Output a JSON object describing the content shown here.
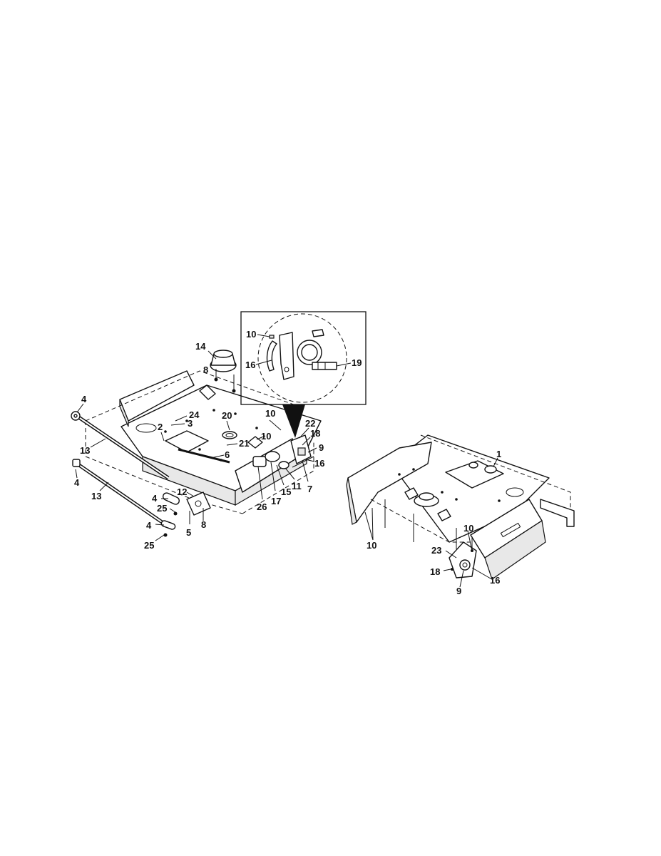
{
  "callouts": {
    "c1": "1",
    "c2": "2",
    "c3": "3",
    "c4a": "4",
    "c4b": "4",
    "c4c": "4",
    "c4d": "4",
    "c5": "5",
    "c6": "6",
    "c7": "7",
    "c8a": "8",
    "c8b": "8",
    "c9a": "9",
    "c9b": "9",
    "c10a": "10",
    "c10b": "10",
    "c10c": "10",
    "c10d": "10",
    "c10e": "10",
    "c11": "11",
    "c12": "12",
    "c13a": "13",
    "c13b": "13",
    "c14": "14",
    "c15": "15",
    "c16a": "16",
    "c16b": "16",
    "c16c": "16",
    "c17": "17",
    "c18a": "18",
    "c18b": "18",
    "c19": "19",
    "c20": "20",
    "c21": "21",
    "c22": "22",
    "c23": "23",
    "c24": "24",
    "c25a": "25",
    "c25b": "25",
    "c26": "26"
  }
}
